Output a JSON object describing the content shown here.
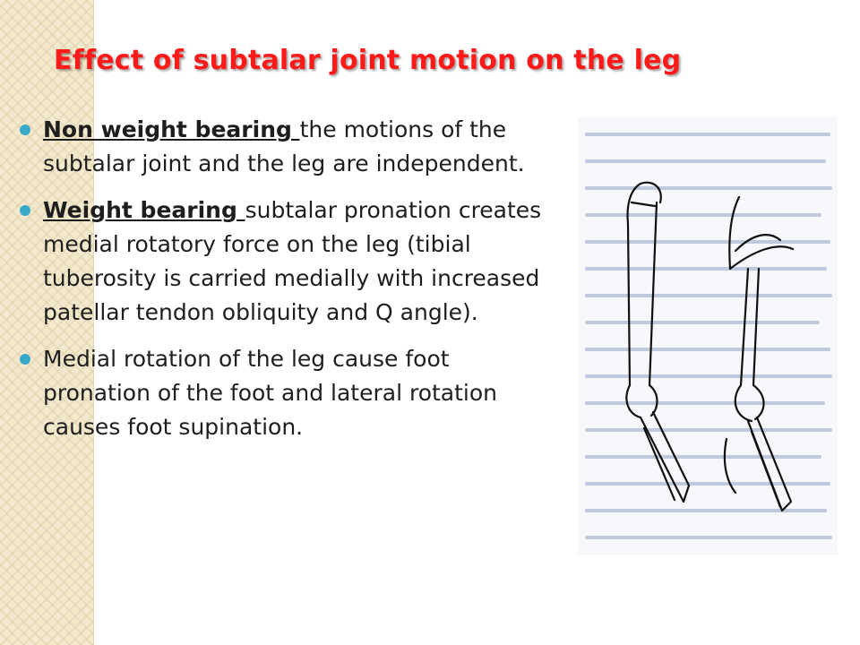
{
  "slide": {
    "title": "Effect of subtalar joint motion on the leg",
    "colors": {
      "title": "#ff1a1a",
      "bullet": "#39a9c9",
      "sidebar": "#f3e9cf",
      "text": "#1e1e1e"
    },
    "bullets": [
      {
        "term": "Non weight bearing ",
        "text": "the motions of the subtalar joint and the leg are independent."
      },
      {
        "term": "Weight bearing ",
        "text": "subtalar pronation creates medial rotatory force on the leg (tibial tuberosity is carried medially with increased patellar tendon obliquity and Q angle)."
      },
      {
        "term": "",
        "text": "Medial rotation of the leg cause foot pronation of the foot and lateral rotation causes foot supination."
      }
    ]
  }
}
